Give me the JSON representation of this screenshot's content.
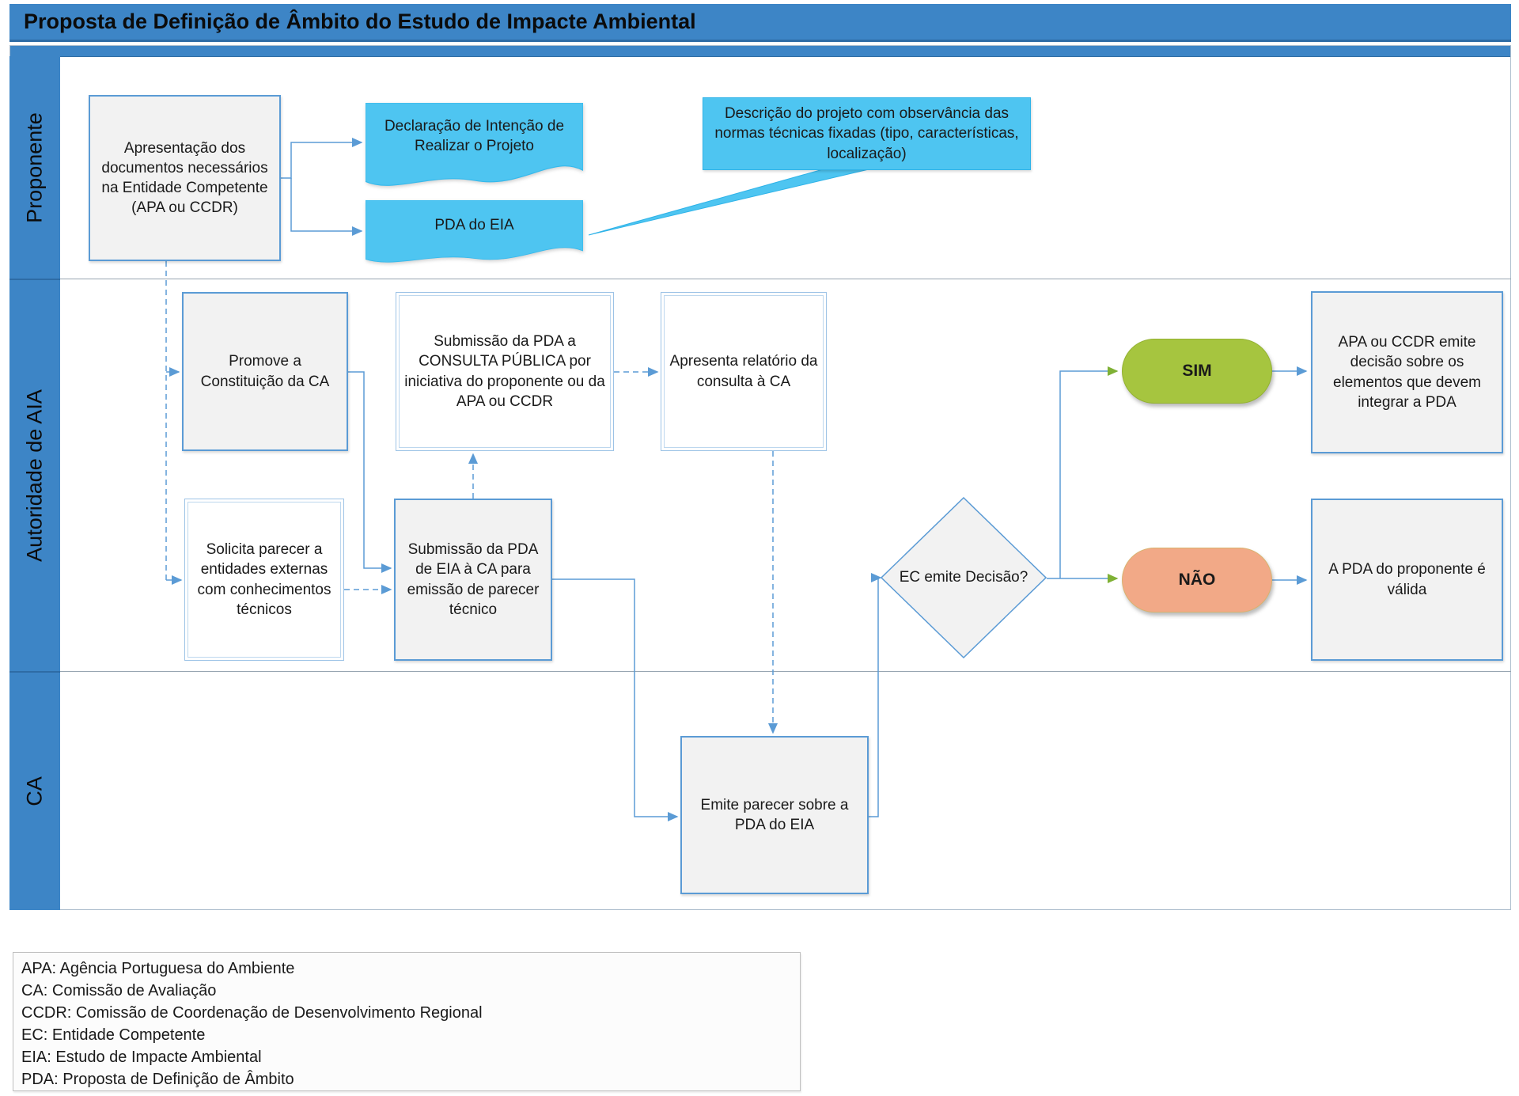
{
  "title": "Proposta de Definição de Âmbito do Estudo de Impacte Ambiental",
  "lanes": [
    {
      "id": "proponente",
      "label": "Proponente"
    },
    {
      "id": "autoridade_aia",
      "label": "Autoridade de AIA"
    },
    {
      "id": "ca",
      "label": "CA"
    }
  ],
  "nodes": {
    "apresentacao": {
      "label": "Apresentação dos documentos necessários na Entidade Competente (APA ou CCDR)",
      "shape": "process"
    },
    "declaracao": {
      "label": "Declaração de Intenção de Realizar o Projeto",
      "shape": "document"
    },
    "pda_doc": {
      "label": "PDA do EIA",
      "shape": "document"
    },
    "callout": {
      "label": "Descrição do projeto com observância das normas técnicas fixadas (tipo, características, localização)",
      "shape": "callout"
    },
    "promove": {
      "label": "Promove a Constituição da CA",
      "shape": "process"
    },
    "consulta": {
      "label": "Submissão da PDA a CONSULTA PÚBLICA por iniciativa do proponente ou da APA ou CCDR",
      "shape": "process"
    },
    "apresenta": {
      "label": "Apresenta relatório da consulta à CA",
      "shape": "process"
    },
    "solicita": {
      "label": "Solicita parecer a entidades externas com conhecimentos técnicos",
      "shape": "process"
    },
    "submissao_ca": {
      "label": "Submissão da PDA de EIA à CA para emissão de parecer técnico",
      "shape": "process"
    },
    "decisao": {
      "label": "EC emite Decisão?",
      "shape": "decision"
    },
    "sim": {
      "label": "SIM",
      "shape": "terminator"
    },
    "nao": {
      "label": "NÃO",
      "shape": "terminator"
    },
    "apa_decisao": {
      "label": "APA ou CCDR emite decisão sobre os elementos que devem integrar a PDA",
      "shape": "process"
    },
    "valida": {
      "label": "A PDA do proponente é válida",
      "shape": "process"
    },
    "emite": {
      "label": "Emite parecer sobre a PDA do EIA",
      "shape": "process"
    }
  },
  "legend": {
    "items": [
      "APA: Agência Portuguesa do Ambiente",
      "CA: Comissão de Avaliação",
      "CCDR: Comissão de Coordenação de Desenvolvimento Regional",
      "EC: Entidade Competente",
      "EIA: Estudo de Impacte Ambiental",
      "PDA: Proposta de Definição de Âmbito"
    ]
  },
  "colors": {
    "header_blue": "#3d85c6",
    "connector_blue": "#5b9bd5",
    "document_cyan": "#4ec5f1",
    "box_gray": "#f2f2f2",
    "yes_green": "#a6c53f",
    "no_salmon": "#f2a987"
  }
}
